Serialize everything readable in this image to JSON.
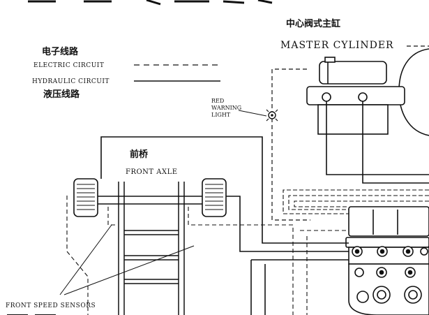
{
  "labels": {
    "master_cylinder_cn": "中心阀式主缸",
    "master_cylinder_en": "MASTER CYLINDER",
    "electric_circuit_cn": "电子线路",
    "electric_circuit_en": "ELECTRIC CIRCUIT",
    "hydraulic_circuit_en": "HYDRAULIC CIRCUIT",
    "hydraulic_circuit_cn": "液压线路",
    "red_warning_light": [
      "RED",
      "WARNING",
      "LIGHT"
    ],
    "front_axle_cn": "前桥",
    "front_axle_en": "FRONT AXLE",
    "front_speed_sensors": "FRONT SPEED SENSORS"
  }
}
